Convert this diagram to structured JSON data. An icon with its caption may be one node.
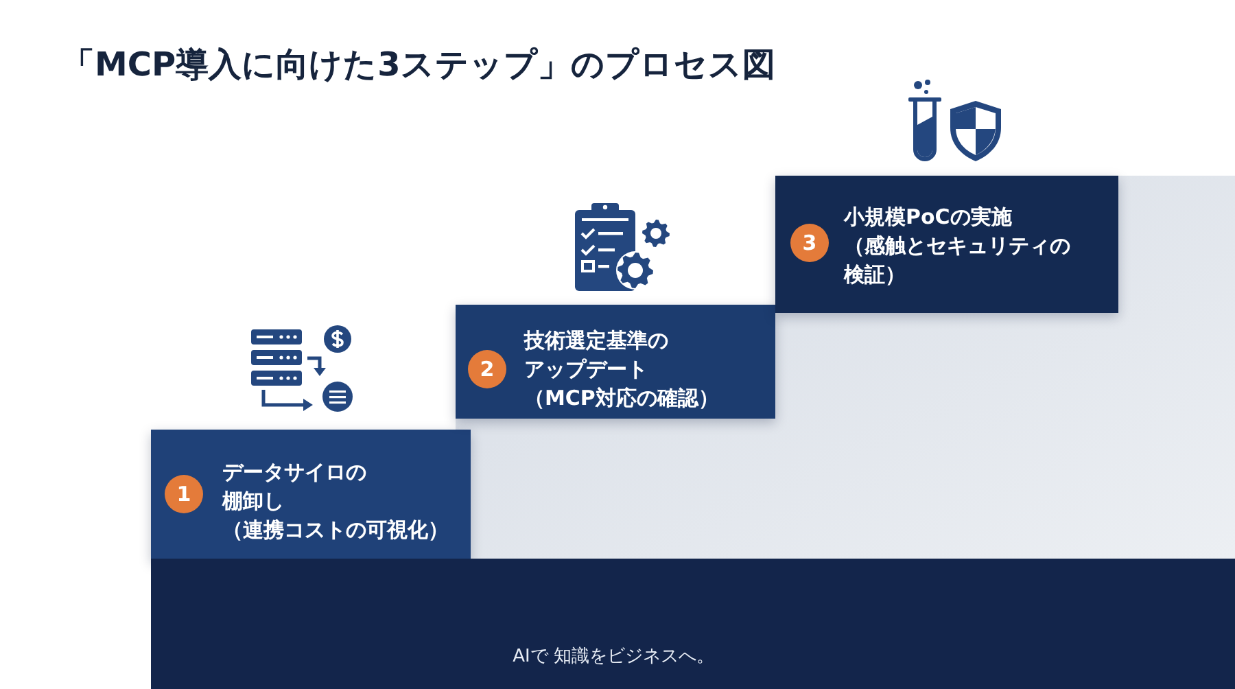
{
  "diagram": {
    "title": "「MCP導入に向けた3ステップ」のプロセス図",
    "nodes": [
      {
        "text": [
          "データサイロの棚卸し",
          "（連携コストの可視化）"
        ]
      },
      {
        "text": [
          "1"
        ],
        "in": 0
      },
      {
        "text": [
          "技術選定基準のアップデート",
          "（MCP対応の確認）"
        ]
      },
      {
        "text": [
          "2"
        ],
        "in": 2
      },
      {
        "text": [
          "小規模PoCの実施",
          "（感触とセキュリティの検証）"
        ]
      },
      {
        "text": [
          "3"
        ],
        "in": 4
      },
      {
        "text": [
          "AIで 知識をビジネスへ。"
        ]
      }
    ]
  }
}
